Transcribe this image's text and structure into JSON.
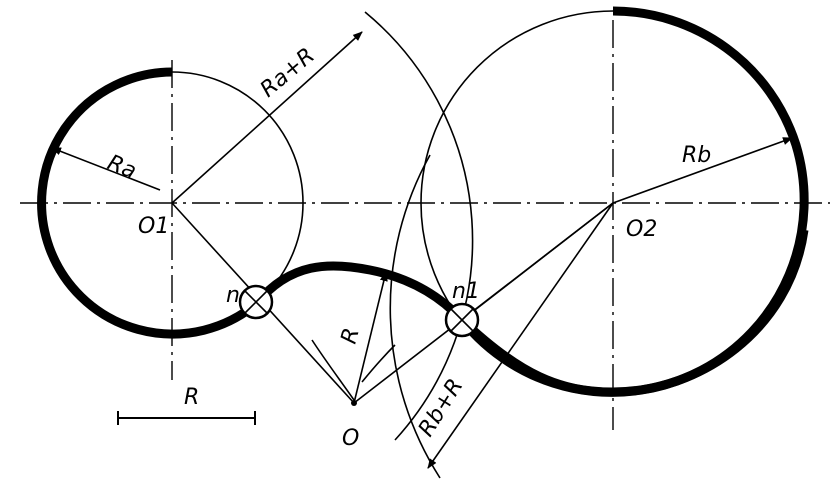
{
  "labels": {
    "o1": "O1",
    "o2": "O2",
    "o": "O",
    "n": "n",
    "n1": "n1",
    "ra": "Ra",
    "rb": "Rb",
    "r": "R",
    "ra_plus_r": "Ra+R",
    "rb_plus_r": "Rb+R",
    "scale_r": "R"
  }
}
